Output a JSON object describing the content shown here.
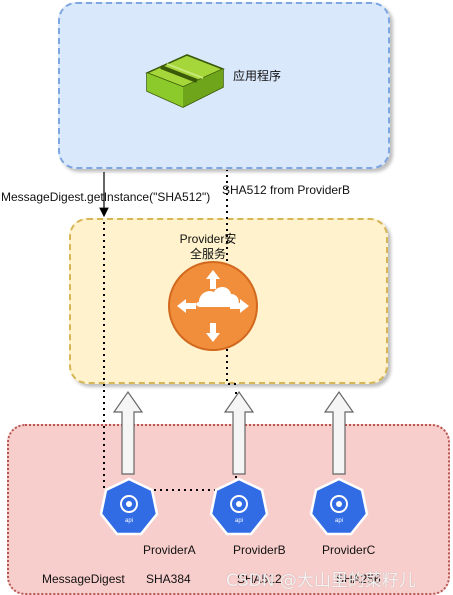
{
  "app_layer": {
    "label": "应用程序",
    "icon": "package-icon"
  },
  "service_layer": {
    "label_line1": "Provider安",
    "label_line2": "全服务",
    "icon": "router-icon"
  },
  "calls": {
    "request": "MessageDigest.getInstance(\"SHA512\")",
    "response": "SHA512 from ProviderB"
  },
  "providers": [
    {
      "name": "ProviderA",
      "algorithm": "SHA384",
      "icon": "kubernetes-api-icon"
    },
    {
      "name": "ProviderB",
      "algorithm": "SHA512",
      "icon": "kubernetes-api-icon"
    },
    {
      "name": "ProviderC",
      "algorithm": "SHA256",
      "icon": "kubernetes-api-icon"
    }
  ],
  "provider_layer": {
    "label": "MessageDigest"
  },
  "watermark": "CSDN @大山里的菜籽儿",
  "colors": {
    "app_fill": "#dae8fc",
    "app_border": "#7ea6e0",
    "service_fill": "#fff2cc",
    "service_border": "#d6b656",
    "provider_fill": "#f8cecc",
    "provider_border": "#b85450",
    "router_orange": "#f08e3c",
    "k8s_blue": "#326ce5"
  }
}
